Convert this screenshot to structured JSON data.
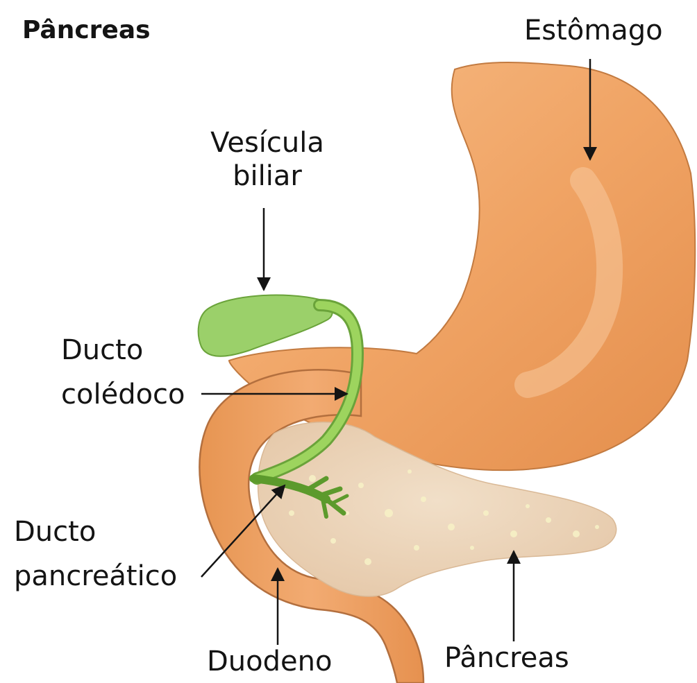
{
  "title": "Pâncreas",
  "labels": {
    "stomach": "Estômago",
    "gallbladder_line1": "Vesícula",
    "gallbladder_line2": "biliar",
    "common_bile_duct_line1": "Ducto",
    "common_bile_duct_line2": "colédoco",
    "pancreatic_duct_line1": "Ducto",
    "pancreatic_duct_line2": "pancreático",
    "duodenum": "Duodeno",
    "pancreas": "Pâncreas"
  },
  "colors": {
    "stomach": "#f2a868",
    "stomach_shadow": "#e08a48",
    "duodenum": "#f0a36a",
    "pancreas": "#ecd3b8",
    "pancreas_speckle": "#f7f1c6",
    "gallbladder": "#9bd06a",
    "bile_duct": "#8cc84c",
    "outline": "#b36f3e",
    "text": "#141414",
    "arrow": "#141414"
  }
}
